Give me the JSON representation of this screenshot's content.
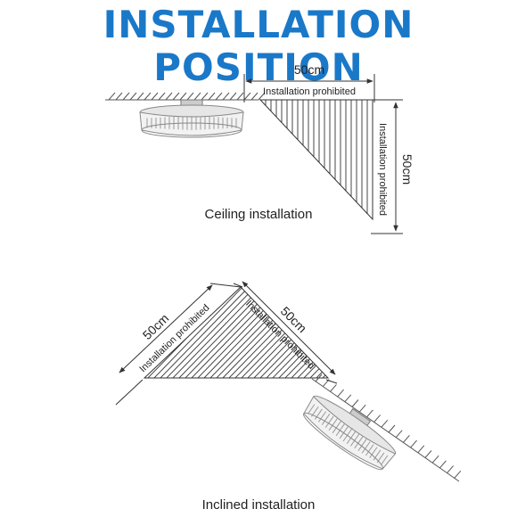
{
  "title": "INSTALLATION POSITION",
  "colors": {
    "title": "#1a78c8",
    "line": "#333333",
    "device": "#9a9a9a"
  },
  "ceiling": {
    "caption": "Ceiling installation",
    "horizontal_distance": "50cm",
    "horizontal_note": "Installation prohibited",
    "vertical_distance": "50cm",
    "vertical_note": "Installation prohibited"
  },
  "inclined": {
    "caption": "Inclined installation",
    "left_distance": "50cm",
    "left_note": "Installation prohibited",
    "right_distance": "50cm",
    "right_note": "Installation prohibited"
  },
  "icons": [
    "smoke-detector-ceiling",
    "smoke-detector-inclined"
  ]
}
